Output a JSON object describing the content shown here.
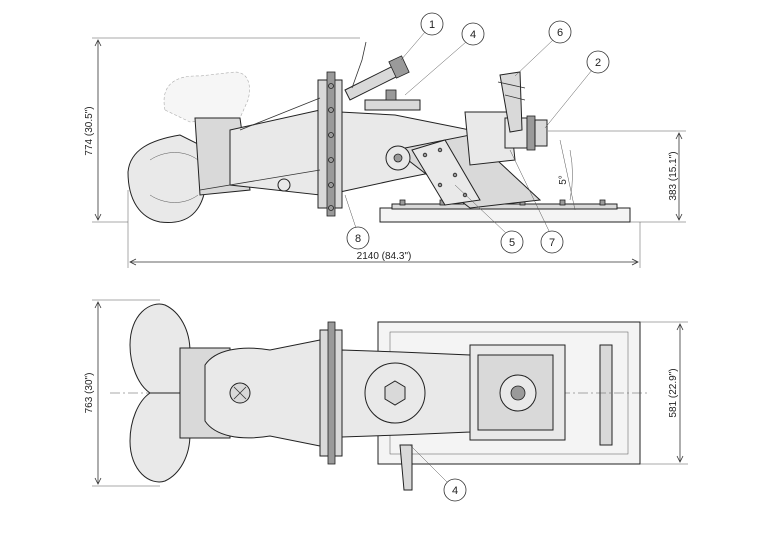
{
  "side_view": {
    "dim_height": "774 (30.5\")",
    "dim_shaft_height": "383 (15.1\")",
    "dim_length": "2140 (84.3\")",
    "dim_angle": "5°"
  },
  "top_view": {
    "dim_width": "763 (30\")",
    "dim_plate_width": "581 (22.9\")"
  },
  "balloons": {
    "b1": "1",
    "b2": "2",
    "b4_side": "4",
    "b4_top": "4",
    "b5": "5",
    "b6": "6",
    "b7": "7",
    "b8": "8"
  }
}
